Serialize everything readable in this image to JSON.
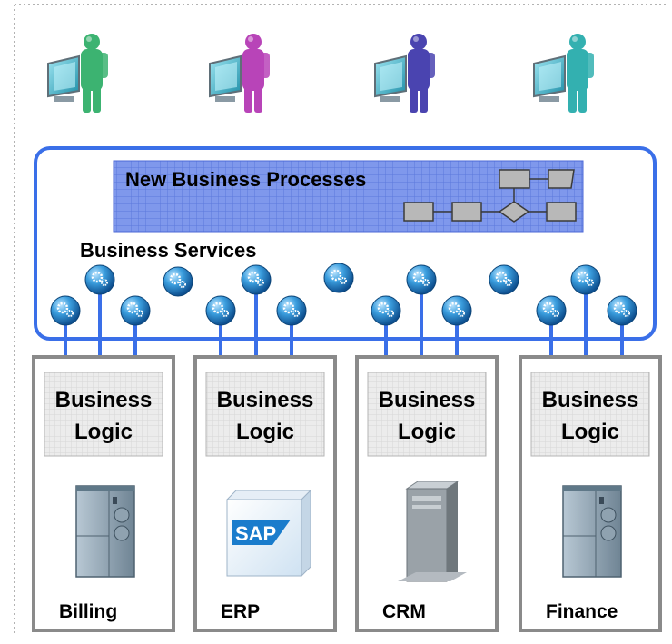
{
  "header": {
    "title": "New Business Processes"
  },
  "services": {
    "label": "Business Services"
  },
  "users": [
    {
      "icon": "user-at-computer-icon",
      "color": "#3cb371"
    },
    {
      "icon": "user-at-computer-icon",
      "color": "#b844b8"
    },
    {
      "icon": "user-at-computer-icon",
      "color": "#4a44b0"
    },
    {
      "icon": "user-at-computer-icon",
      "color": "#33b0b0"
    }
  ],
  "systems": [
    {
      "logic_line1": "Business",
      "logic_line2": "Logic",
      "name": "Billing",
      "icon": "server-cabinet-icon"
    },
    {
      "logic_line1": "Business",
      "logic_line2": "Logic",
      "name": "ERP",
      "icon": "sap-logo-icon",
      "logo_text": "SAP"
    },
    {
      "logic_line1": "Business",
      "logic_line2": "Logic",
      "name": "CRM",
      "icon": "tower-server-icon"
    },
    {
      "logic_line1": "Business",
      "logic_line2": "Logic",
      "name": "Finance",
      "icon": "server-cabinet-icon"
    }
  ],
  "colors": {
    "frame": "#3a6fe8",
    "grid": "#6f8ae8",
    "box_border": "#8a8a8a",
    "service_orb": "#2a8cc8"
  }
}
